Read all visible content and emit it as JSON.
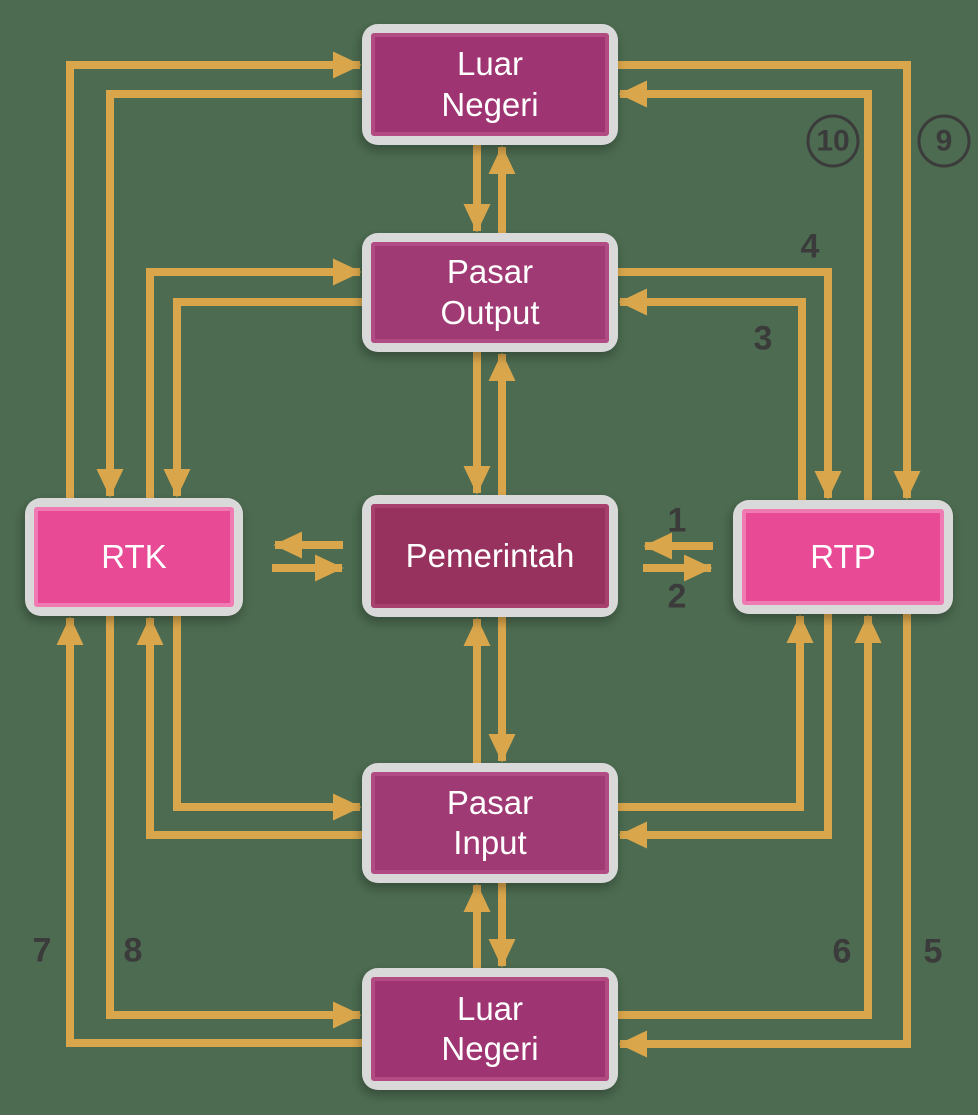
{
  "canvas": {
    "background_color": "#4c6b50",
    "arrow_color": "#d9a64c",
    "number_label_color": "#3b3b3b",
    "frame_color": "#d9d9d9"
  },
  "nodes": {
    "luar_negeri_top": {
      "label": "Luar\nNegeri",
      "fill": "#9e3471",
      "border": "#b14b82"
    },
    "pasar_output": {
      "label": "Pasar\nOutput",
      "fill": "#a03a74",
      "border": "#b14b84"
    },
    "rtk": {
      "label": "RTK",
      "fill": "#e84a95",
      "border": "#f07ab2"
    },
    "pemerintah": {
      "label": "Pemerintah",
      "fill": "#97325f",
      "border": "#a8406e"
    },
    "rtp": {
      "label": "RTP",
      "fill": "#e84a95",
      "border": "#f07ab2"
    },
    "pasar_input": {
      "label": "Pasar\nInput",
      "fill": "#a03a74",
      "border": "#b14b84"
    },
    "luar_negeri_bottom": {
      "label": "Luar\nNegeri",
      "fill": "#9e3471",
      "border": "#b14b82"
    }
  },
  "flow_labels": {
    "n1": "1",
    "n2": "2",
    "n3": "3",
    "n4": "4",
    "n5": "5",
    "n6": "6",
    "n7": "7",
    "n8": "8",
    "n9": "9",
    "n10": "10"
  },
  "flows": [
    {
      "from": "rtp",
      "to": "pemerintah",
      "label": "1",
      "circled": false
    },
    {
      "from": "pemerintah",
      "to": "rtp",
      "label": "2",
      "circled": false
    },
    {
      "from": "rtp",
      "to": "pasar_output",
      "label": "3",
      "circled": false
    },
    {
      "from": "pasar_output",
      "to": "rtp",
      "label": "4",
      "circled": false
    },
    {
      "from": "rtp",
      "to": "luar_negeri_bottom",
      "label": "5",
      "circled": false
    },
    {
      "from": "luar_negeri_bottom",
      "to": "rtp",
      "label": "6",
      "circled": false
    },
    {
      "from": "luar_negeri_bottom",
      "to": "rtk",
      "label": "7",
      "circled": false
    },
    {
      "from": "rtk",
      "to": "luar_negeri_bottom",
      "label": "8",
      "circled": false
    },
    {
      "from": "luar_negeri_top",
      "to": "rtp",
      "label": "9",
      "circled": true
    },
    {
      "from": "rtp",
      "to": "luar_negeri_top",
      "label": "10",
      "circled": true
    },
    {
      "from": "rtk",
      "to": "luar_negeri_top",
      "label": "",
      "circled": false
    },
    {
      "from": "luar_negeri_top",
      "to": "rtk",
      "label": "",
      "circled": false
    },
    {
      "from": "rtk",
      "to": "pasar_output",
      "label": "",
      "circled": false
    },
    {
      "from": "pasar_output",
      "to": "rtk",
      "label": "",
      "circled": false
    },
    {
      "from": "rtk",
      "to": "pasar_input",
      "label": "",
      "circled": false
    },
    {
      "from": "pasar_input",
      "to": "rtk",
      "label": "",
      "circled": false
    },
    {
      "from": "pemerintah",
      "to": "rtk",
      "label": "",
      "circled": false
    },
    {
      "from": "rtk",
      "to": "pemerintah",
      "label": "",
      "circled": false
    },
    {
      "from": "luar_negeri_top",
      "to": "pasar_output",
      "label": "",
      "circled": false
    },
    {
      "from": "pasar_output",
      "to": "luar_negeri_top",
      "label": "",
      "circled": false
    },
    {
      "from": "pasar_output",
      "to": "pemerintah",
      "label": "",
      "circled": false
    },
    {
      "from": "pemerintah",
      "to": "pasar_output",
      "label": "",
      "circled": false
    },
    {
      "from": "pasar_input",
      "to": "pemerintah",
      "label": "",
      "circled": false
    },
    {
      "from": "pemerintah",
      "to": "pasar_input",
      "label": "",
      "circled": false
    },
    {
      "from": "luar_negeri_bottom",
      "to": "pasar_input",
      "label": "",
      "circled": false
    },
    {
      "from": "pasar_input",
      "to": "luar_negeri_bottom",
      "label": "",
      "circled": false
    },
    {
      "from": "pasar_input",
      "to": "rtp",
      "label": "",
      "circled": false
    },
    {
      "from": "rtp",
      "to": "pasar_input",
      "label": "",
      "circled": false
    }
  ]
}
